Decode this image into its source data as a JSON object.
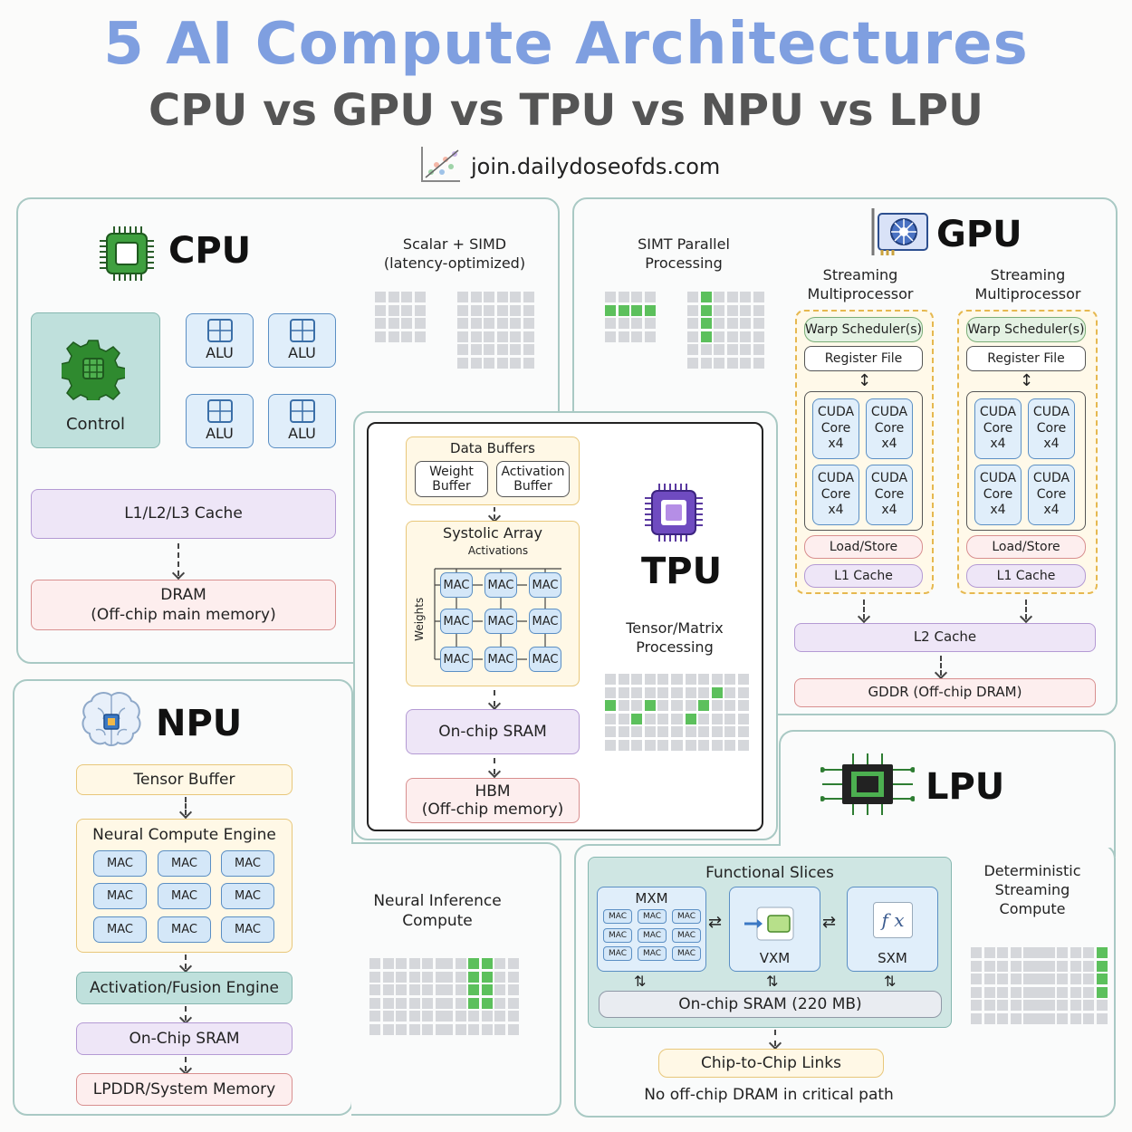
{
  "header": {
    "title": "5 AI Compute Architectures",
    "subtitle": "CPU vs GPU vs TPU vs NPU vs LPU",
    "url": "join.dailydoseofds.com"
  },
  "cpu": {
    "name": "CPU",
    "control": "Control",
    "alu": [
      "ALU",
      "ALU",
      "ALU",
      "ALU"
    ],
    "cache": "L1/L2/L3 Cache",
    "dram": "DRAM\n(Off-chip main memory)",
    "compute_label": "Scalar + SIMD\n(latency-optimized)"
  },
  "gpu": {
    "name": "GPU",
    "compute_label": "SIMT Parallel\nProcessing",
    "sm_title": "Streaming\nMultiprocessor",
    "warp": "Warp Scheduler(s)",
    "register": "Register File",
    "core": "CUDA\nCore\nx4",
    "loadstore": "Load/Store",
    "l1": "L1 Cache",
    "l2": "L2 Cache",
    "gddr": "GDDR (Off-chip DRAM)"
  },
  "tpu": {
    "name": "TPU",
    "data_buffers": "Data Buffers",
    "weight_buffer": "Weight\nBuffer",
    "activation_buffer": "Activation\nBuffer",
    "systolic": "Systolic Array",
    "activations": "Activations",
    "weights": "Weights",
    "mac": "MAC",
    "sram": "On-chip SRAM",
    "hbm": "HBM\n(Off-chip memory)",
    "compute_label": "Tensor/Matrix\nProcessing"
  },
  "npu": {
    "name": "NPU",
    "tensor_buffer": "Tensor Buffer",
    "engine": "Neural Compute Engine",
    "mac": "MAC",
    "activation": "Activation/Fusion Engine",
    "sram": "On-Chip SRAM",
    "memory": "LPDDR/System Memory",
    "compute_label": "Neural Inference\nCompute"
  },
  "lpu": {
    "name": "LPU",
    "slices": "Functional Slices",
    "mxm": "MXM",
    "vxm": "VXM",
    "sxm": "SXM",
    "fx": "f x",
    "mac": "MAC",
    "sram": "On-chip SRAM (220 MB)",
    "links": "Chip-to-Chip Links",
    "note": "No off-chip DRAM in critical path",
    "compute_label": "Deterministic\nStreaming\nCompute"
  },
  "colors": {
    "title": "#7f9fe0",
    "subtitle": "#555555",
    "highlight": "#5cc05c",
    "cell": "#d5d7db"
  }
}
